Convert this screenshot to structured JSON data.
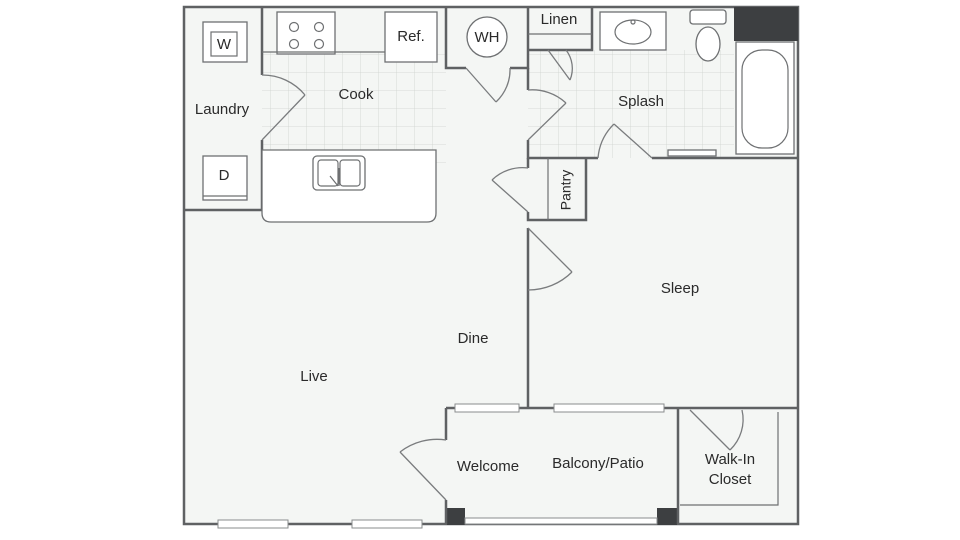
{
  "floorplan": {
    "rooms": {
      "laundry": "Laundry",
      "cook": "Cook",
      "water_heater": "WH",
      "linen": "Linen",
      "splash": "Splash",
      "pantry": "Pantry",
      "sleep": "Sleep",
      "dine": "Dine",
      "live": "Live",
      "welcome": "Welcome",
      "balcony": "Balcony/Patio",
      "closet_line1": "Walk-In",
      "closet_line2": "Closet"
    },
    "appliances": {
      "washer": "W",
      "dryer": "D",
      "refrigerator": "Ref."
    },
    "colors": {
      "wall": "#5f6163",
      "floor": "#f4f6f4",
      "tile_line": "#cfd3cf",
      "accent_dark": "#3d3f41"
    }
  }
}
